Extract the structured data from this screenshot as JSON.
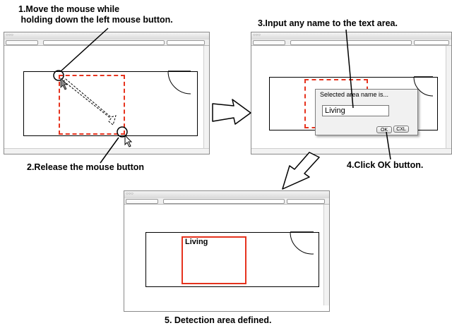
{
  "captions": {
    "step1": "1.Move the mouse while\n holding down the left mouse button.",
    "step2": "2.Release the mouse button",
    "step3": "3.Input any name to the text area.",
    "step4": "4.Click OK button.",
    "step5": "5. Detection area defined."
  },
  "dialog": {
    "title": "Selected area name is...",
    "input_value": "Living",
    "ok_label": "OK",
    "cancel_label": "CXL"
  },
  "result": {
    "area_name": "Living"
  },
  "colors": {
    "selection": "#e6331e",
    "outline": "#000000"
  }
}
